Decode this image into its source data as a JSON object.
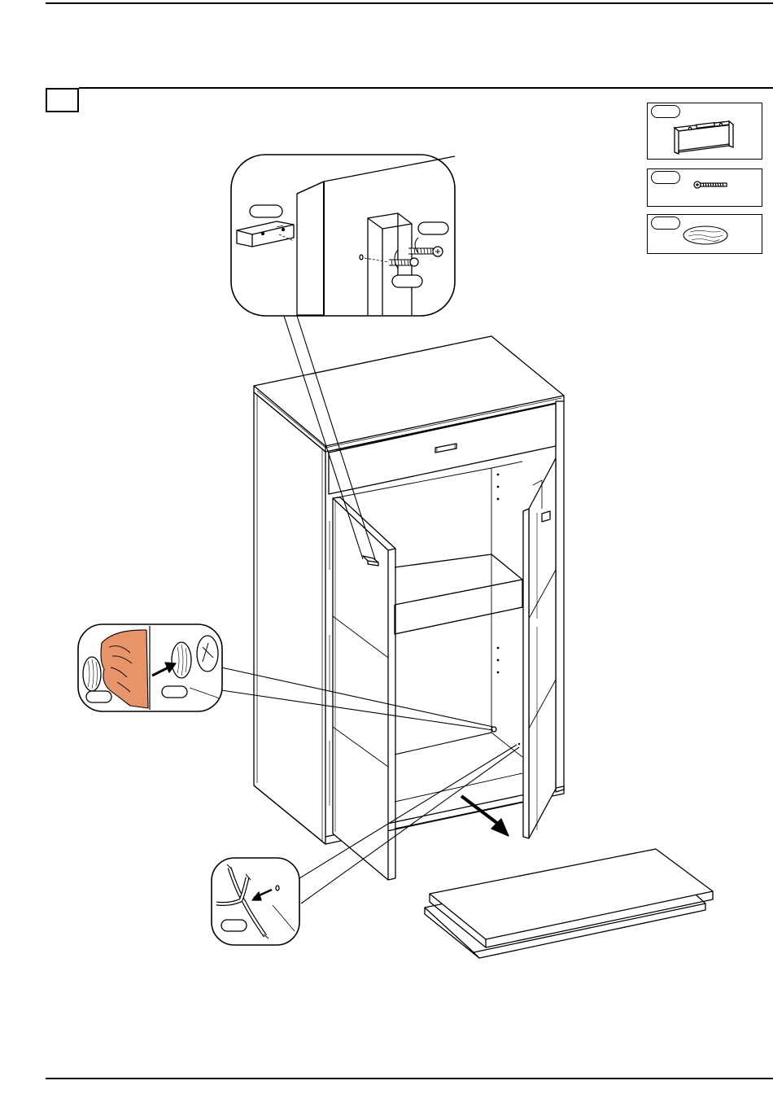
{
  "step": {
    "number": ""
  },
  "parts": [
    {
      "id": "drawer-stop-bracket",
      "code": "",
      "qty": ""
    },
    {
      "id": "screw",
      "code": "",
      "qty": ""
    },
    {
      "id": "felt-pad",
      "code": "",
      "qty": ""
    }
  ],
  "callouts": {
    "hinge_detail_tags": [
      "",
      "",
      ""
    ],
    "felt_pad_tags": [
      "",
      ""
    ],
    "cable_tie_tag": ""
  },
  "colors": {
    "line": "#000000",
    "skin": "#e8946a",
    "background": "#ffffff"
  },
  "icons": [
    "screw-icon",
    "bracket-icon",
    "felt-pad-icon",
    "hand-icon",
    "arrow-icon",
    "cable-tie-icon"
  ]
}
